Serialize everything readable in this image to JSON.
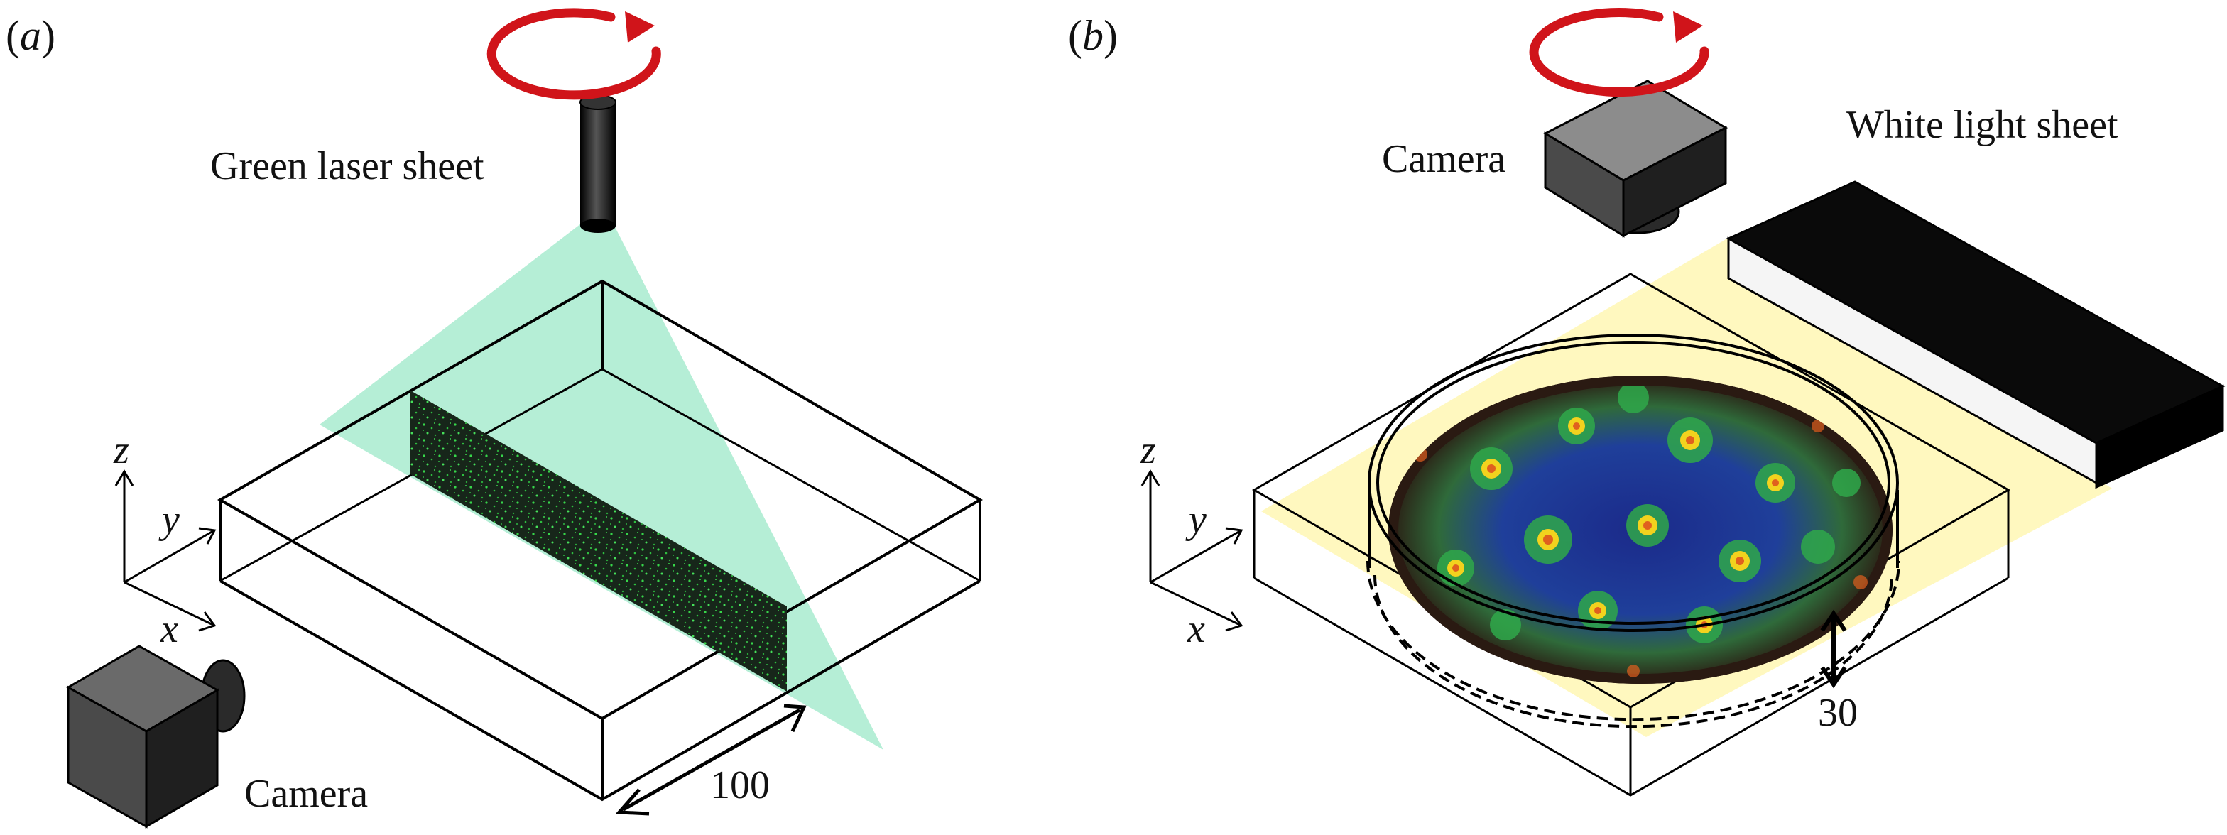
{
  "panels": [
    {
      "id": "a",
      "label": "(a)",
      "label_letter": "a",
      "labels": {
        "laser": "Green laser sheet",
        "camera": "Camera",
        "dimension": "100"
      },
      "axes": {
        "z": "z",
        "y": "y",
        "x": "x"
      },
      "colors": {
        "laser_sheet": "#a8ebcf",
        "particles": "#2ecc40",
        "plane": "#18261a",
        "rotation_arrow": "#d0141a"
      }
    },
    {
      "id": "b",
      "label": "(b)",
      "label_letter": "b",
      "labels": {
        "camera": "Camera",
        "light": "White light sheet",
        "dimension": "30"
      },
      "axes": {
        "z": "z",
        "y": "y",
        "x": "x"
      },
      "colors": {
        "light_sheet": "#fff7b8",
        "rotation_arrow": "#d0141a",
        "pattern_low": "#1b2a8a",
        "pattern_mid": "#2fa84a",
        "pattern_high": "#e0601e"
      }
    }
  ]
}
